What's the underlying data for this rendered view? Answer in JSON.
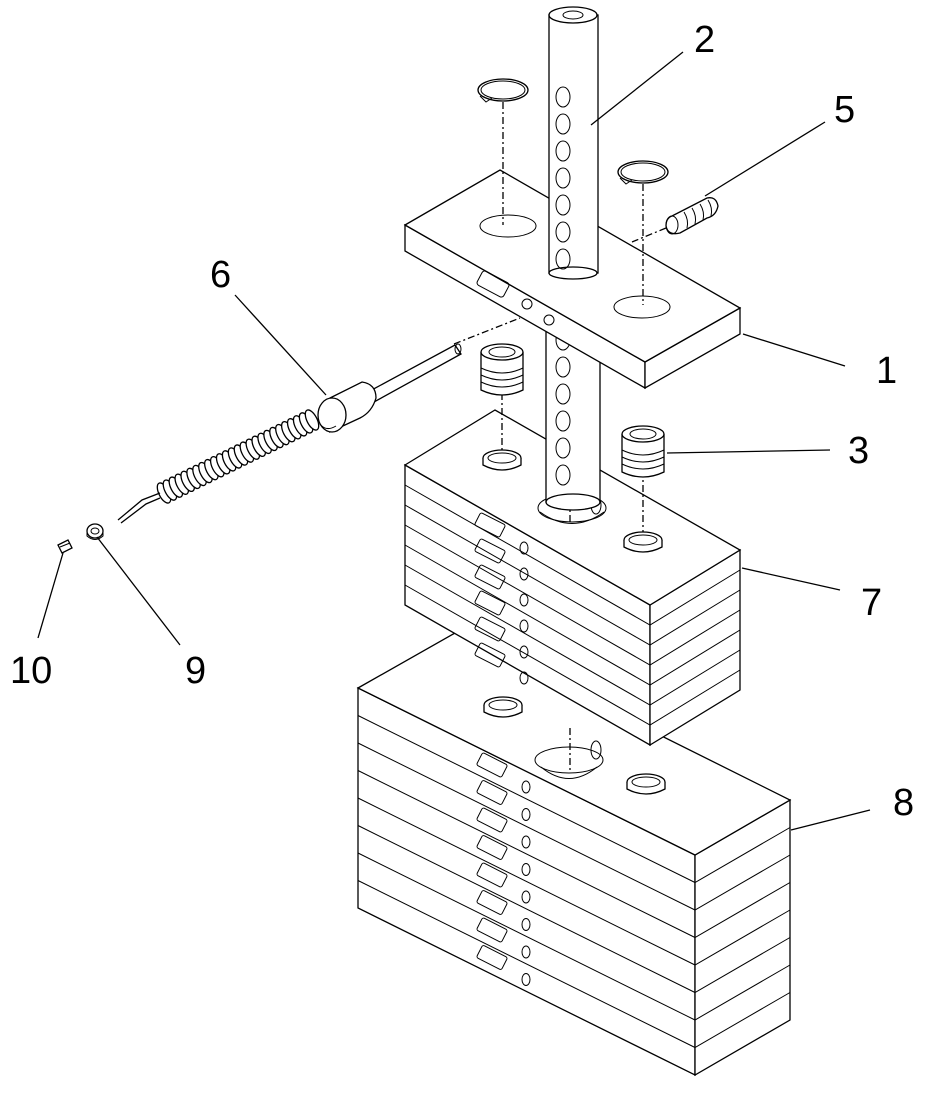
{
  "callouts": {
    "c1": "1",
    "c2": "2",
    "c3": "3",
    "c5": "5",
    "c6": "6",
    "c7": "7",
    "c8": "8",
    "c9": "9",
    "c10": "10"
  },
  "colors": {
    "line": "#000000",
    "background": "#ffffff"
  }
}
